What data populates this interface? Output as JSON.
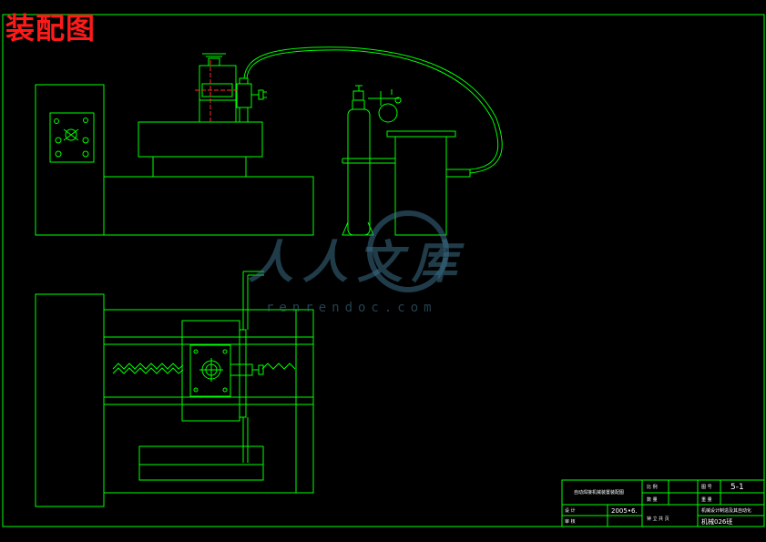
{
  "title": "装配图",
  "watermark": {
    "text": "人人文库",
    "url": "renrendoc.com"
  },
  "title_block": {
    "drawing_name": "自动焊接机械装置装配图",
    "field_ratio": "比 例",
    "field_weight": "数 量",
    "field_drawing_no": "图 号",
    "drawing_no": "5-1",
    "field_qty": "重 量",
    "field_designer": "设 计",
    "field_checker": "审 核",
    "date": "2005•6.",
    "school": "机械设计制造及其自动化",
    "class_no": "机械026班",
    "field_sign": "钟 立 共 页"
  },
  "colors": {
    "line": "#00ff00",
    "title": "#ff1a1a",
    "center_line": "#ff2a2a",
    "watermark": "#3b6d86",
    "background": "#000000"
  }
}
